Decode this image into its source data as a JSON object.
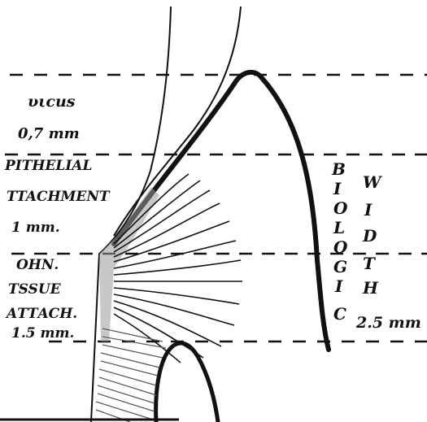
{
  "labels": {
    "sulcus": "υιcus",
    "sulcus_value": "0,7 mm",
    "epithelial": "PITHELIAL",
    "attachment": "TTACHMENT",
    "epithelial_value": "1 mm.",
    "conn": "ΟΗΝ.",
    "tissue": "ΤSSUE",
    "attach": "ΑΤΤΑCΗ.",
    "conn_value": "1.5 mm.",
    "biologic_letters": [
      "B",
      "I",
      "O",
      "L",
      "O",
      "G",
      "I",
      "C"
    ],
    "width_letters": [
      "W",
      "I",
      "D",
      "T",
      "H"
    ],
    "width_value": "2.5 mm"
  },
  "colors": {
    "ink": "#111111",
    "paper": "#ffffff",
    "hatch": "#777777"
  }
}
